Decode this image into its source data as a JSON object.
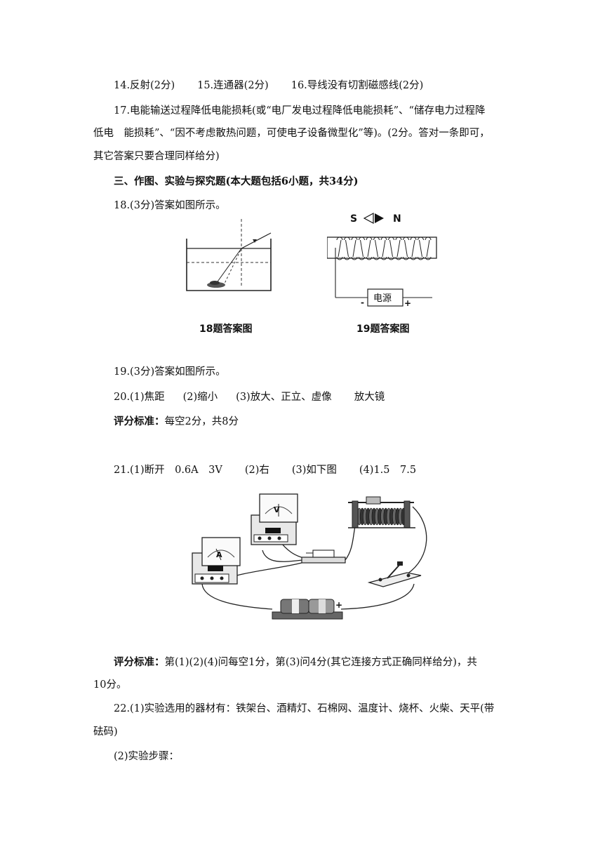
{
  "lines": {
    "l14": "14.反射(2分)",
    "l15": "15.连通器(2分)",
    "l16": "16.导线没有切割磁感线(2分)",
    "l17a": "17.电能输送过程降低电能损耗(或“电厂发电过程降低电能损耗”、“储存电力过程降",
    "l17b": "低电　能损耗”、“因不考虑散热问题，可使电子设备微型化”等)。(2分。答对一条即可，",
    "l17c": "其它答案只要合理同样给分)",
    "section3": "三、作图、实验与探究题(本大题包括6小题，共34分)",
    "l18": "18.(3分)答案如图所示。",
    "l19": "19.(3分)答案如图所示。",
    "l20_1": "20.(1)焦距",
    "l20_2": "(2)缩小",
    "l20_3": "(3)放大、正立、虚像",
    "l20_4": "放大镜",
    "score20_label": "评分标准：",
    "score20_text": "每空2分，共8分",
    "l21_1": "21.(1)断开　0.6A　3V",
    "l21_2": "(2)右",
    "l21_3": "(3)如下图",
    "l21_4": "(4)1.5　7.5",
    "score21_label": "评分标准：",
    "score21_text": "第(1)(2)(4)问每空1分，第(3)问4分(其它连接方式正确同样给分)，共",
    "score21_cont": "10分。",
    "l22a": "22.(1)实验选用的器材有：铁架台、酒精灯、石棉网、温度计、烧杯、火柴、天平(带",
    "l22b": "砝码)",
    "l22c": "(2)实验步骤："
  },
  "figures": {
    "fig18_caption": "18题答案图",
    "fig19_caption": "19题答案图",
    "fig19_s": "S",
    "fig19_n": "N",
    "fig19_source": "电源",
    "fig19_minus": "-",
    "fig19_plus": "+",
    "fig21_voltmeter": "V",
    "fig21_ammeter": "A",
    "fig21_battery_plus": "+"
  }
}
